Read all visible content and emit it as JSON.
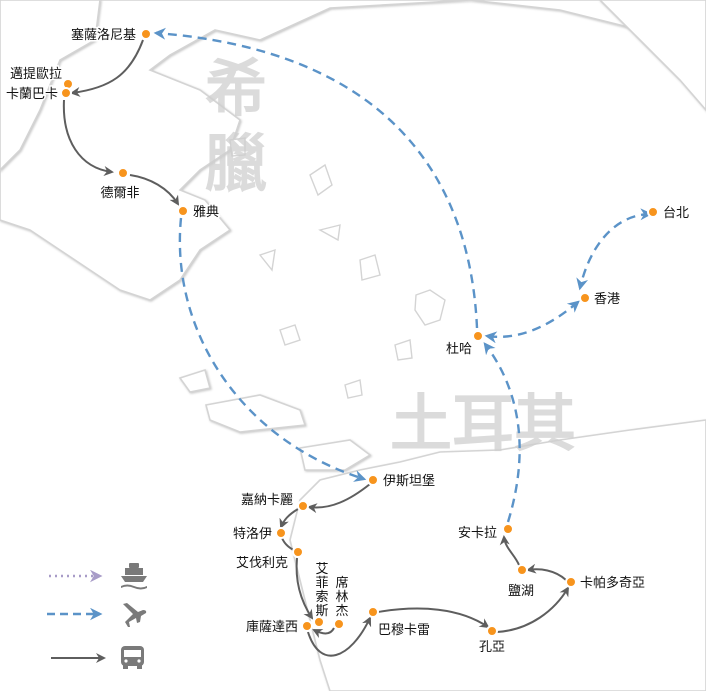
{
  "countries": {
    "greece": [
      "希",
      "臘"
    ],
    "turkey": [
      "土",
      "耳",
      "其"
    ]
  },
  "cities": {
    "thessaloniki": "塞薩洛尼基",
    "meteora": "邁提歐拉",
    "kalambaka": "卡蘭巴卡",
    "delphi": "德爾非",
    "athens": "雅典",
    "istanbul": "伊斯坦堡",
    "canakkale": "嘉納卡麗",
    "troy": "特洛伊",
    "ayvalik": "艾伐利克",
    "ephesus": [
      "艾",
      "菲",
      "索",
      "斯"
    ],
    "sirince": [
      "席",
      "林",
      "杰"
    ],
    "kusadasi": "庫薩達西",
    "pamukkale": "巴穆卡雷",
    "konya": "孔亞",
    "cappadocia": "卡帕多奇亞",
    "salt_lake": "鹽湖",
    "ankara": "安卡拉",
    "doha": "杜哈",
    "hong_kong": "香港",
    "taipei": "台北"
  },
  "legend": [
    {
      "mode": "ship",
      "icon": "ship-icon",
      "line": "dotted",
      "color": "#a89cc8"
    },
    {
      "mode": "plane",
      "icon": "plane-icon",
      "line": "dashed",
      "color": "#5b93c8"
    },
    {
      "mode": "bus",
      "icon": "bus-icon",
      "line": "solid",
      "color": "#5e5e5e"
    }
  ],
  "colors": {
    "city_dot": "#f7941d",
    "bus": "#5e5e5e",
    "plane": "#5b93c8",
    "ship": "#a89cc8"
  }
}
